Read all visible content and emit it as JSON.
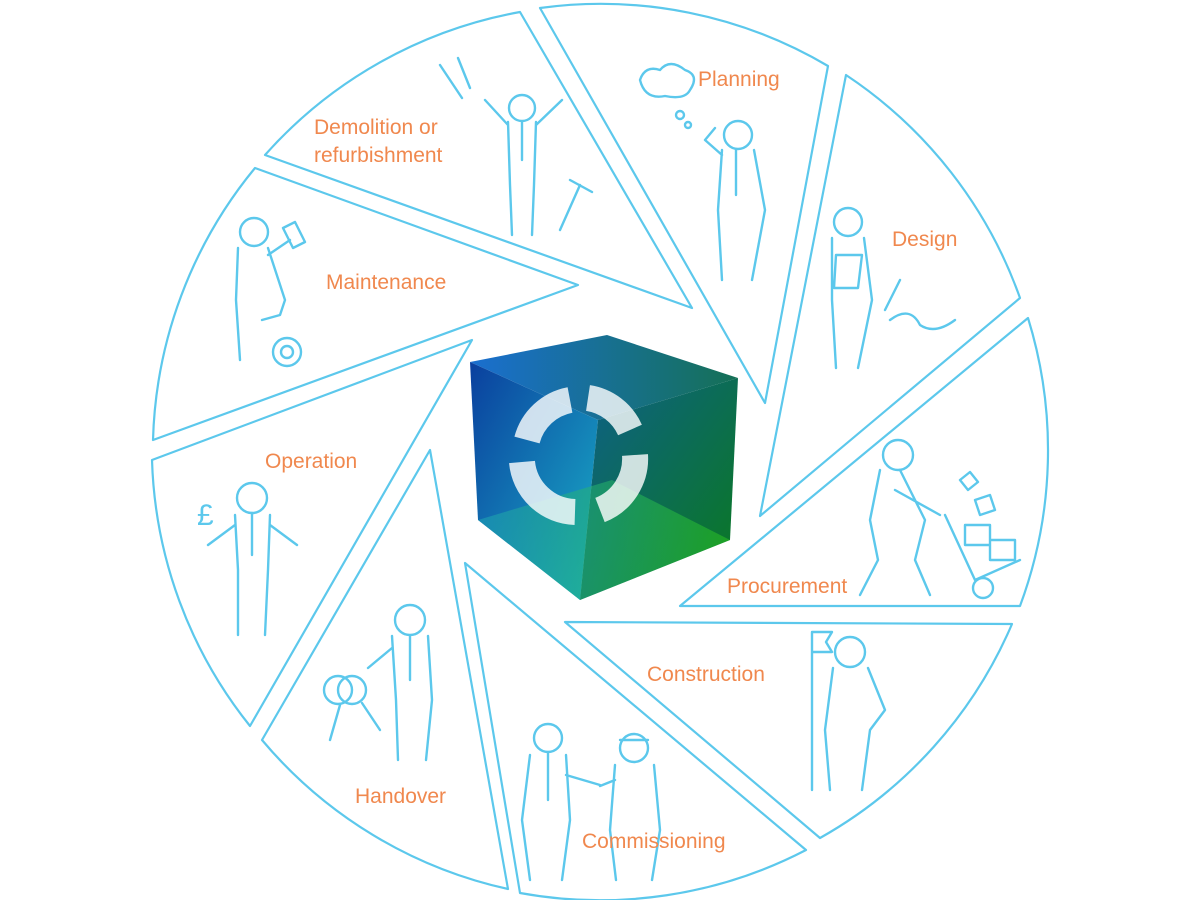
{
  "diagram": {
    "title_hidden": null,
    "stages": [
      {
        "id": "planning",
        "label": "Planning"
      },
      {
        "id": "design",
        "label": "Design"
      },
      {
        "id": "procurement",
        "label": "Procurement"
      },
      {
        "id": "construction",
        "label": "Construction"
      },
      {
        "id": "commissioning",
        "label": "Commissioning"
      },
      {
        "id": "handover",
        "label": "Handover"
      },
      {
        "id": "operation",
        "label": "Operation"
      },
      {
        "id": "maintenance",
        "label": "Maintenance"
      },
      {
        "id": "demolition",
        "label_line1": "Demolition or",
        "label_line2": "refurbishment"
      }
    ],
    "icons": {
      "operation_currency": "£"
    },
    "colors": {
      "outline": "#5cc8ec",
      "label": "#f0884e",
      "cube_blue": "#0a4aa8",
      "cube_green": "#1fae2a"
    }
  }
}
